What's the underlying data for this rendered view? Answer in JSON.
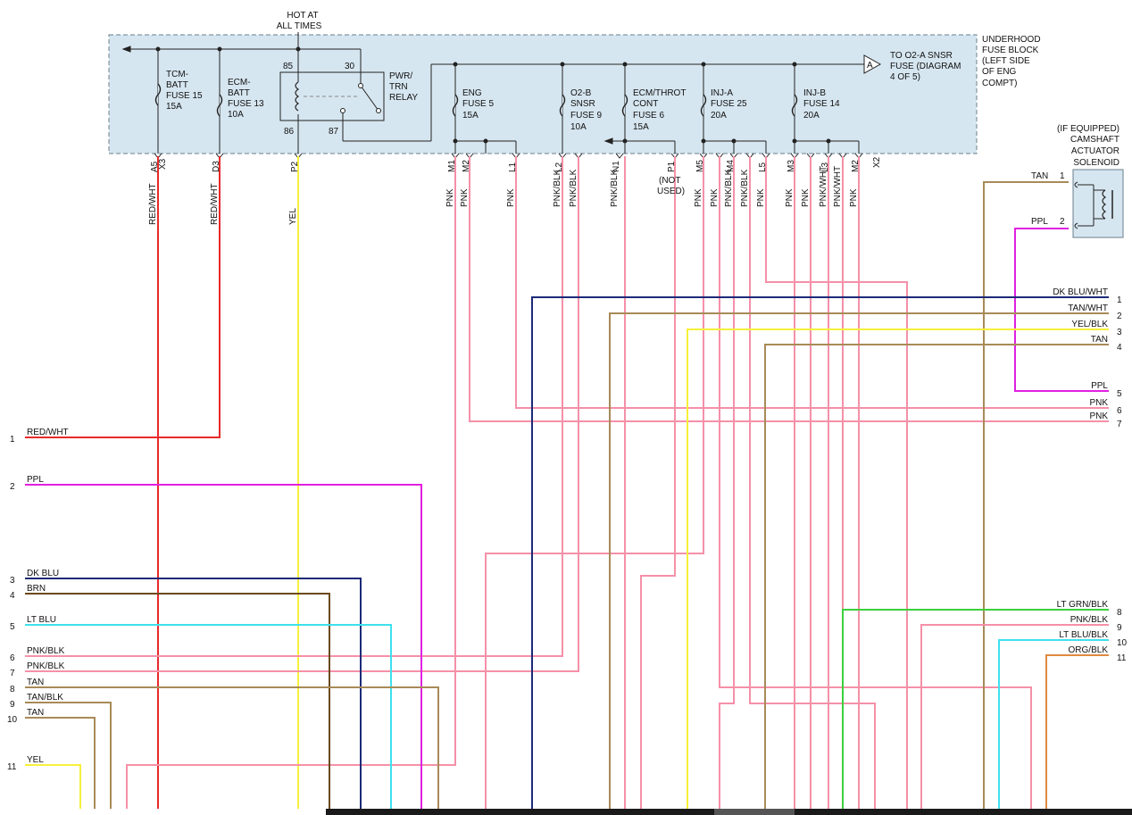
{
  "header": {
    "hot_line1": "HOT AT",
    "hot_line2": "ALL TIMES"
  },
  "fuse_block": {
    "title": [
      "UNDERHOOD",
      "FUSE BLOCK",
      "(LEFT SIDE",
      "OF ENG",
      "COMPT)"
    ]
  },
  "connector_ids": {
    "x3": "X3",
    "x2": "X2"
  },
  "fuses": [
    {
      "id": "fuse-tcm-batt",
      "lines": [
        "TCM-",
        "BATT",
        "FUSE 15",
        "15A"
      ]
    },
    {
      "id": "fuse-ecm-batt",
      "lines": [
        "ECM-",
        "BATT",
        "FUSE 13",
        "10A"
      ]
    },
    {
      "id": "fuse-eng",
      "lines": [
        "ENG",
        "FUSE 5",
        "15A"
      ]
    },
    {
      "id": "fuse-o2b",
      "lines": [
        "O2-B",
        "SNSR",
        "FUSE 9",
        "10A"
      ]
    },
    {
      "id": "fuse-ecm-throt",
      "lines": [
        "ECM/THROT",
        "CONT",
        "FUSE 6",
        "15A"
      ]
    },
    {
      "id": "fuse-inj-a",
      "lines": [
        "INJ-A",
        "FUSE 25",
        "20A"
      ]
    },
    {
      "id": "fuse-inj-b",
      "lines": [
        "INJ-B",
        "FUSE 14",
        "20A"
      ]
    }
  ],
  "relay": {
    "label": [
      "PWR/",
      "TRN",
      "RELAY"
    ],
    "pins": [
      "85",
      "30",
      "86",
      "87"
    ]
  },
  "offpage": {
    "letter": "A",
    "text": [
      "TO O2-A SNSR",
      "FUSE (DIAGRAM",
      "4 OF 5)"
    ]
  },
  "not_used": [
    "(NOT",
    "USED)"
  ],
  "terminals": [
    {
      "id": "A5",
      "wire": "RED/WHT"
    },
    {
      "id": "D3",
      "wire": "RED/WHT"
    },
    {
      "id": "P2",
      "wire": "YEL"
    },
    {
      "id": "M1",
      "wire": "PNK"
    },
    {
      "id": "M2",
      "wire": "PNK"
    },
    {
      "id": "L1",
      "wire": "PNK"
    },
    {
      "id": "L2",
      "wire": "PNK/BLK"
    },
    {
      "id": "",
      "wire": "PNK/BLK"
    },
    {
      "id": "N1",
      "wire": "PNK/BLK"
    },
    {
      "id": "P1",
      "wire": ""
    },
    {
      "id": "M5",
      "wire": "PNK"
    },
    {
      "id": "",
      "wire": "PNK"
    },
    {
      "id": "M4",
      "wire": "PNK/BLK"
    },
    {
      "id": "",
      "wire": "PNK/BLK"
    },
    {
      "id": "L5",
      "wire": "PNK"
    },
    {
      "id": "M3",
      "wire": "PNK"
    },
    {
      "id": "",
      "wire": "PNK"
    },
    {
      "id": "L3",
      "wire": "PNK/WHT"
    },
    {
      "id": "",
      "wire": "PNK/WHT"
    },
    {
      "id": "M2",
      "wire": "PNK"
    }
  ],
  "solenoid": {
    "label": [
      "(IF EQUIPPED)",
      "CAMSHAFT",
      "ACTUATOR",
      "SOLENOID"
    ],
    "pins": [
      {
        "num": "1",
        "wire": "TAN"
      },
      {
        "num": "2",
        "wire": "PPL"
      }
    ]
  },
  "left_connector": [
    {
      "num": "1",
      "wire": "RED/WHT"
    },
    {
      "num": "2",
      "wire": "PPL"
    },
    {
      "num": "3",
      "wire": "DK BLU"
    },
    {
      "num": "4",
      "wire": "BRN"
    },
    {
      "num": "5",
      "wire": "LT BLU"
    },
    {
      "num": "6",
      "wire": "PNK/BLK"
    },
    {
      "num": "7",
      "wire": "PNK/BLK"
    },
    {
      "num": "8",
      "wire": "TAN"
    },
    {
      "num": "9",
      "wire": "TAN/BLK"
    },
    {
      "num": "10",
      "wire": "TAN"
    },
    {
      "num": "11",
      "wire": "YEL"
    }
  ],
  "right_connector": [
    {
      "num": "1",
      "wire": "DK BLU/WHT"
    },
    {
      "num": "2",
      "wire": "TAN/WHT"
    },
    {
      "num": "3",
      "wire": "YEL/BLK"
    },
    {
      "num": "4",
      "wire": "TAN"
    },
    {
      "num": "5",
      "wire": "PPL"
    },
    {
      "num": "6",
      "wire": "PNK"
    },
    {
      "num": "7",
      "wire": "PNK"
    },
    {
      "num": "8",
      "wire": "LT GRN/BLK"
    },
    {
      "num": "9",
      "wire": "PNK/BLK"
    },
    {
      "num": "10",
      "wire": "LT BLU/BLK"
    },
    {
      "num": "11",
      "wire": "ORG/BLK"
    }
  ],
  "colors": {
    "red": "#e8292a",
    "yellow": "#f7f03a",
    "pink": "#f590a8",
    "magenta": "#e020e0",
    "darkblue": "#1c2a78",
    "brown": "#6b4a1c",
    "ltblue": "#3ee0ee",
    "tan": "#a88a58",
    "ltgreen": "#3ccf3c",
    "orange": "#e08a40",
    "block": "#d6e6f0"
  }
}
